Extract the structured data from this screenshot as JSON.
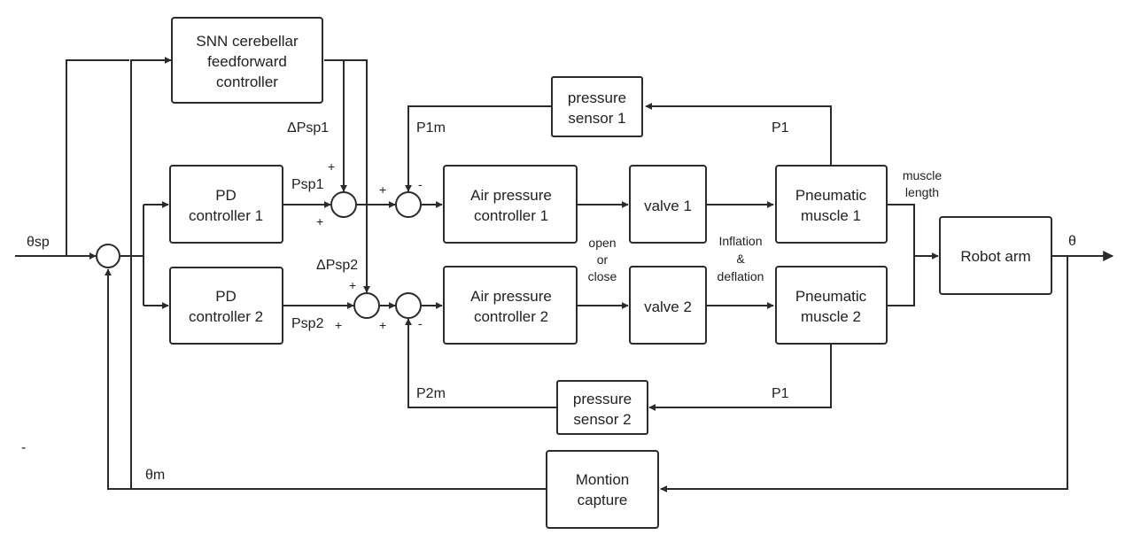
{
  "blocks": {
    "snn": [
      "SNN cerebellar",
      "feedforward",
      "controller"
    ],
    "pd1": [
      "PD",
      "controller 1"
    ],
    "pd2": [
      "PD",
      "controller 2"
    ],
    "pressure_sensor_1": [
      "pressure",
      "sensor 1"
    ],
    "pressure_sensor_2": [
      "pressure",
      "sensor 2"
    ],
    "air_pressure_controller_1": [
      "Air pressure",
      "controller 1"
    ],
    "air_pressure_controller_2": [
      "Air pressure",
      "controller 2"
    ],
    "valve1": "valve 1",
    "valve2": "valve 2",
    "pneumatic_muscle_1": [
      "Pneumatic",
      "muscle 1"
    ],
    "pneumatic_muscle_2": [
      "Pneumatic",
      "muscle 2"
    ],
    "robot_arm": "Robot arm",
    "motion_capture": [
      "Montion",
      "capture"
    ]
  },
  "labels": {
    "theta_sp": "θsp",
    "theta": "θ",
    "theta_m": "θm",
    "delta_psp1": "ΔPsp1",
    "delta_psp2": "ΔPsp2",
    "psp1": "Psp1",
    "psp2": "Psp2",
    "p1m": "P1m",
    "p2m": "P2m",
    "p1_top": "P1",
    "p1_bottom": "P1",
    "muscle_length": [
      "muscle",
      "length"
    ],
    "open_or_close": [
      "open",
      "or",
      "close"
    ],
    "inflation_deflation": [
      "Inflation",
      "&",
      "deflation"
    ],
    "stray_minus": "-"
  },
  "signs": {
    "s1_top": "+",
    "s1_bottom": "+",
    "s2_left": "+",
    "s2_right": "-",
    "s3_top": "+",
    "s3_bottom": "+",
    "s4_left": "+",
    "s4_right": "-"
  }
}
